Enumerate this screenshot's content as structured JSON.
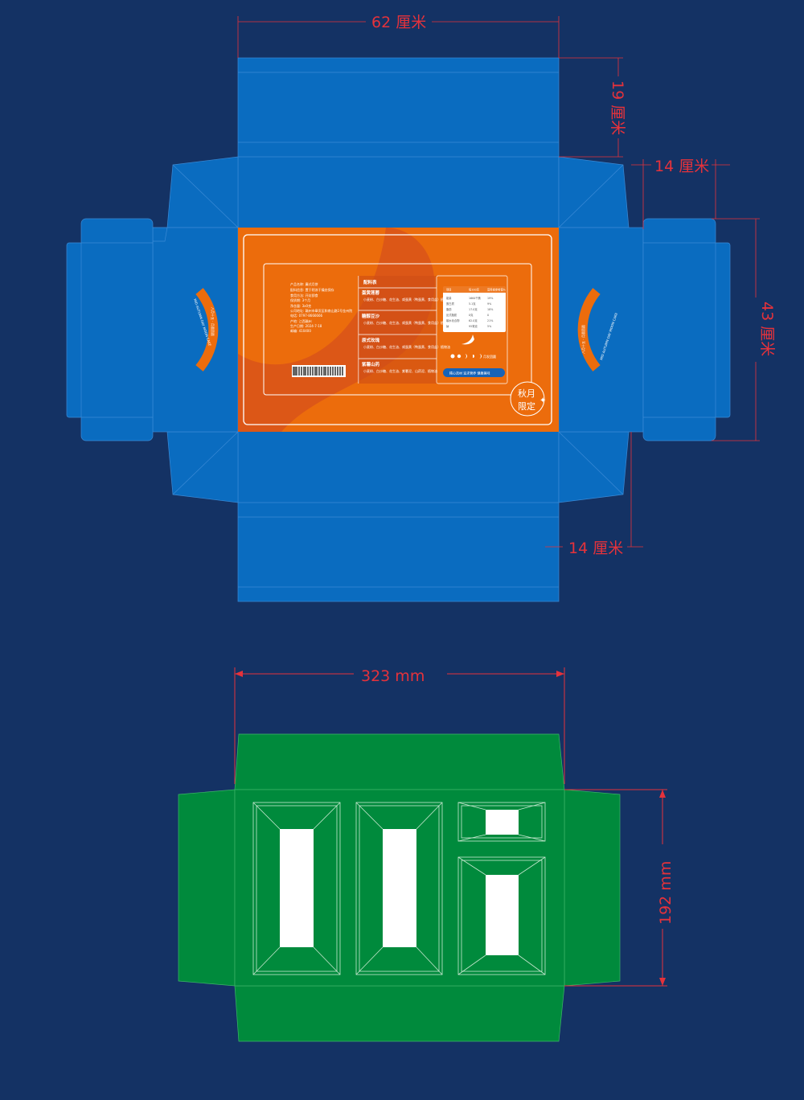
{
  "colors": {
    "background": "#143264",
    "box_blue": "#0a6cc0",
    "label_orange": "#ec6c0c",
    "tray_green": "#008a3c",
    "dimension_red": "#e5323b"
  },
  "box_dimensions": {
    "width": "62 厘米",
    "top_flap": "19 厘米",
    "side_flap_top": "14 厘米",
    "side_flap_bottom": "14 厘米",
    "height": "43 厘米"
  },
  "tray_dimensions": {
    "width": "323 mm",
    "height": "192 mm"
  },
  "side_panel": {
    "english": "MID AUTUMN DAY MOON CAKE",
    "chinese": "八月十五 · 月圆团圆"
  },
  "label": {
    "product_info": [
      "产品名称: 廣式月饼",
      "配料信息: 置于阴凉干燥处保存",
      "食用方法: 开封即食",
      "保质期: 3个月",
      "净含量: 3x0克",
      "公司地址: 赣州市章贡区和南山路1号金州院",
      "电话: 0797-8666666",
      "产地: 江西赣州",
      "生产日期: 2024-7-18",
      "邮编: 410400"
    ],
    "ingredients_title": "配料表",
    "ingredients": [
      {
        "name": "蛋黄莲蓉",
        "desc": "小麦粉、白沙糖、花生油、咸蛋黄（鸭蛋黄、食用盐）植物油、莲蓉馅"
      },
      {
        "name": "糖醇豆沙",
        "desc": "小麦粉、白沙糖、花生油、咸蛋黄（鸭蛋黄、食用盐）植物油"
      },
      {
        "name": "原式玫瑰",
        "desc": "小麦粉、白沙糖、花生油、咸蛋黄（鸭蛋黄、食用盐）植物油"
      },
      {
        "name": "紫薯山药",
        "desc": "小麦粉、白沙糖、花生油、紫薯泥、山药泥、植物油"
      }
    ],
    "nutrition": {
      "headers": [
        "项目",
        "每100克",
        "营养素参考值%"
      ],
      "rows": [
        [
          "能量",
          "1664千焦",
          "19%"
        ],
        [
          "蛋白质",
          "5.1克",
          "9%"
        ],
        [
          "脂肪",
          "17.0克",
          "18%"
        ],
        [
          "反式脂肪",
          "0克",
          "0"
        ],
        [
          "碳水化合物",
          "62.0克",
          "21%"
        ],
        [
          "钠",
          "95毫克",
          "5%"
        ]
      ]
    },
    "moon_text": "月发团圆",
    "slogan": "精心选材 追求营养 健康美味",
    "badge": [
      "秋月",
      "限定"
    ]
  }
}
